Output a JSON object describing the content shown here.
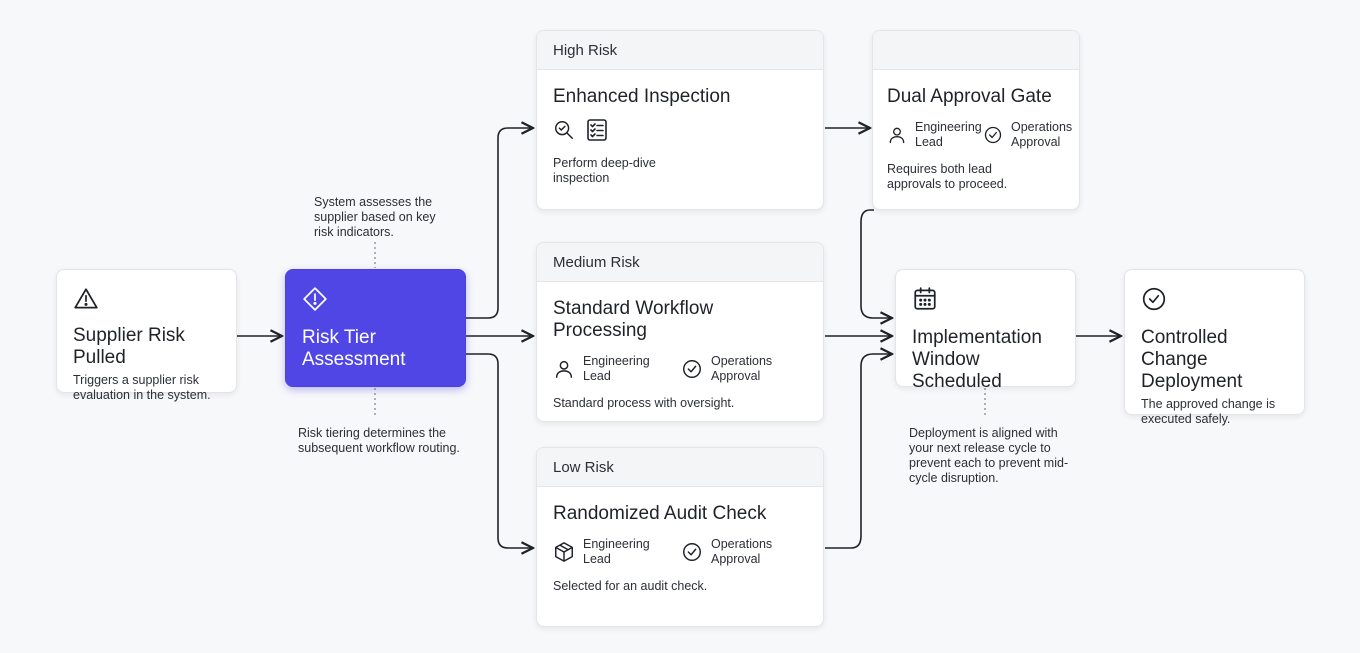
{
  "colors": {
    "accent": "#5046e5",
    "line": "#1f2328",
    "card_border": "#e3e5e9"
  },
  "nodes": {
    "supplier": {
      "title": "Supplier Risk Pulled",
      "desc": "Triggers a supplier risk evaluation in the system.",
      "icon": "warning-triangle-icon"
    },
    "tier": {
      "title": "Risk Tier Assessment",
      "icon": "diamond-alert-icon"
    },
    "high": {
      "header": "High Risk",
      "title": "Enhanced Inspection",
      "desc": "Perform deep-dive inspection",
      "icons": [
        "magnifier-icon",
        "checklist-icon"
      ]
    },
    "medium": {
      "header": "Medium Risk",
      "title": "Standard Workflow Processing",
      "role1": "Engineering Lead",
      "role2": "Operations Approval",
      "desc": "Standard process with oversight."
    },
    "low": {
      "header": "Low Risk",
      "title": "Randomized Audit Check",
      "role1": "Engineering Lead",
      "role2": "Operations Approval",
      "desc": "Selected for an audit check."
    },
    "dual": {
      "title": "Dual Approval Gate",
      "role1": "Engineering Lead",
      "role2": "Operations Approval",
      "desc": "Requires both lead approvals to proceed."
    },
    "impl": {
      "title": "Implementation Window Scheduled",
      "icon": "calendar-icon"
    },
    "deploy": {
      "title": "Controlled Change Deployment",
      "desc": "The approved change is executed safely.",
      "icon": "check-circle-icon"
    }
  },
  "notes": {
    "tier_top": "System assesses the supplier based on key risk indicators.",
    "tier_bottom": "Risk tiering determines the subsequent workflow routing.",
    "impl_bottom": "Deployment is aligned with your next release cycle to prevent each to prevent mid-cycle disruption."
  }
}
